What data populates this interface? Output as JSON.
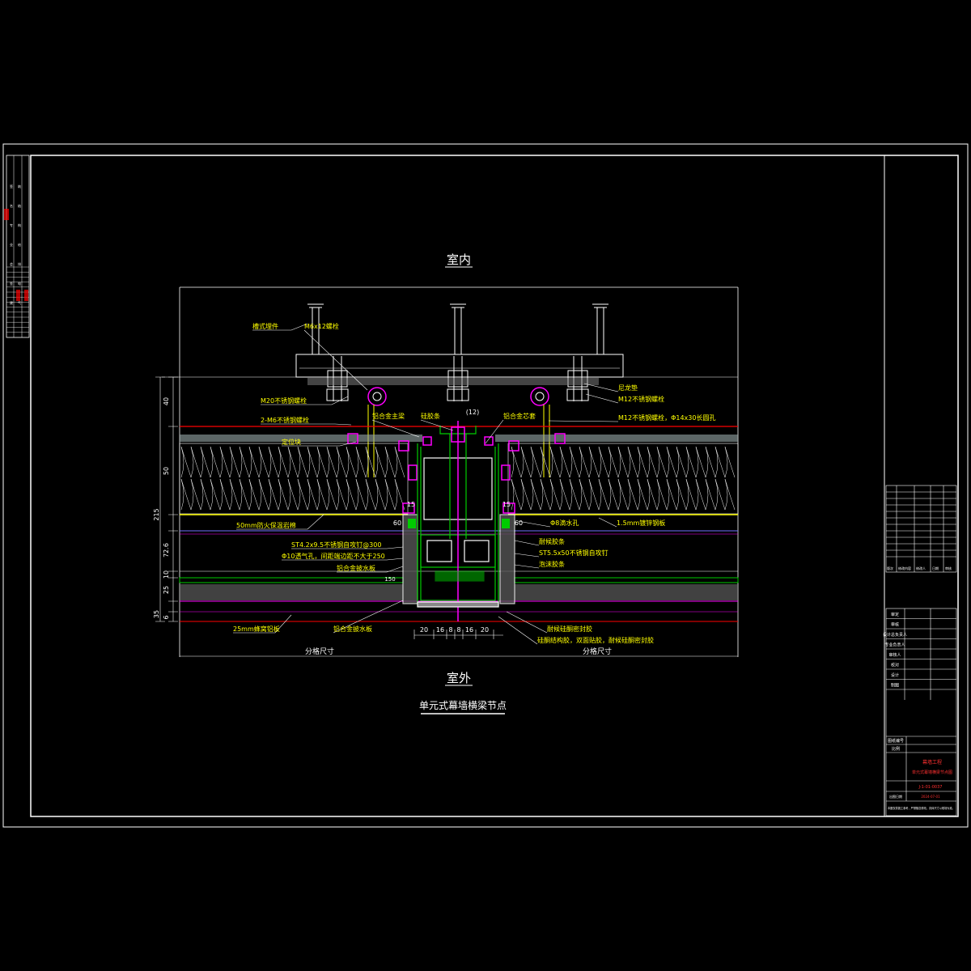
{
  "drawing": {
    "room_inside": "室内",
    "room_outside": "室外",
    "title": "单元式幕墙横梁节点"
  },
  "labels_left": [
    "槽式埋件",
    "M20不锈钢螺栓",
    "2-M6不锈钢螺栓",
    "定位块",
    "50mm防火保温岩棉",
    "ST4.2x9.5不锈钢自攻钉@300",
    "Φ10透气孔，间距端边距不大于250",
    "铝合金披水板",
    "25mm蜂窝铝板"
  ],
  "labels_center": [
    "M6x12螺栓",
    "铝合金主梁",
    "硅胶条",
    "铝合金芯套",
    "(12)",
    "铝合金披水板"
  ],
  "labels_right": [
    "尼龙垫",
    "M12不锈钢螺栓",
    "M12不锈钢螺栓，Φ14x30长圆孔",
    "Φ8滴水孔",
    "1.5mm镀锌钢板",
    "耐候胶条",
    "ST5.5x50不锈钢自攻钉",
    "泡沫胶条",
    "耐候硅酮密封胶",
    "硅酮结构胶，双面贴胶，耐候硅酮密封胶"
  ],
  "dimensions": {
    "vertical": [
      "40",
      "50",
      "215",
      "72.6",
      "10",
      "25",
      "35",
      "6"
    ],
    "small": [
      "60",
      "60",
      "15",
      "15",
      "150"
    ],
    "bottom": [
      "20",
      "16",
      "8",
      "8",
      "16",
      "20"
    ],
    "span_left": "分格尺寸",
    "span_right": "分格尺寸"
  },
  "left_strip": {
    "rows": [
      "签",
      "名",
      "专",
      "业",
      "会",
      "签",
      "建",
      "筑",
      "结",
      "构",
      "给",
      "排",
      "电",
      "气"
    ]
  },
  "revision_table": {
    "header": [
      "版次",
      "修改内容",
      "修改人",
      "日期",
      "审核"
    ]
  },
  "title_block": {
    "rows": [
      {
        "label": "审定",
        "value": ""
      },
      {
        "label": "审核",
        "value": ""
      },
      {
        "label": "设计总负责人",
        "value": ""
      },
      {
        "label": "专业负责人",
        "value": ""
      },
      {
        "label": "审核人",
        "value": ""
      },
      {
        "label": "校对",
        "value": ""
      },
      {
        "label": "设计",
        "value": ""
      },
      {
        "label": "制图",
        "value": ""
      }
    ],
    "drawing_no_label": "图纸编号",
    "scale_label": "比例",
    "project_name": "幕墙工程",
    "drawing_name": "单元式幕墙横梁节点图",
    "drawing_code": "J-1-01-0037",
    "date_label": "出图日期",
    "date_value": "2024-07-01",
    "note": "本图仅供施工参考，严禁随意修改，具体尺寸以现场为准。"
  },
  "colors": {
    "outline": "#ffffff",
    "cyan": "#00ffff",
    "yellow": "#ffff00",
    "green": "#00cc00",
    "magenta": "#ff00ff",
    "red": "#ff0000",
    "blue": "#6f6fff"
  }
}
